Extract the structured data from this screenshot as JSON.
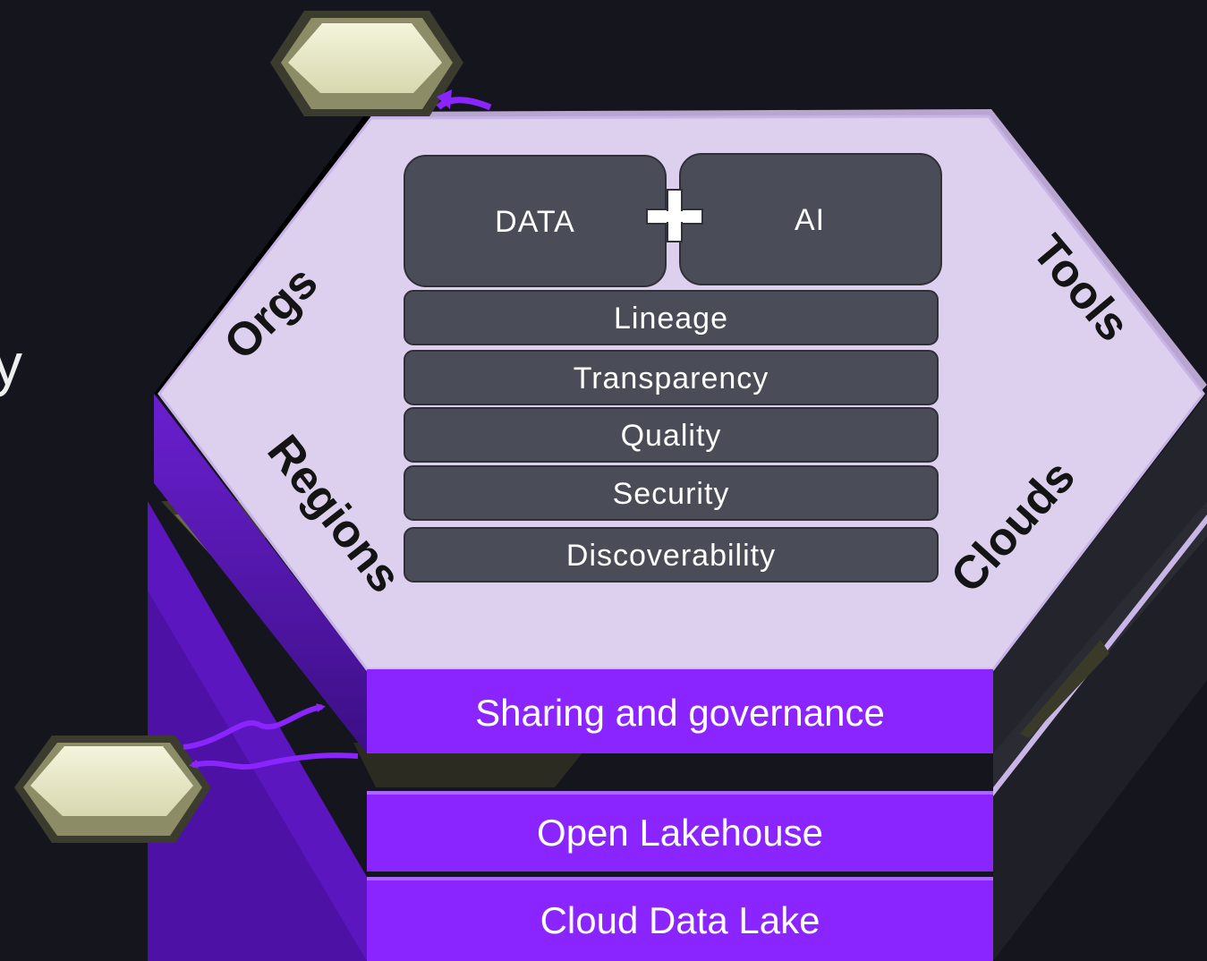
{
  "edge_fragment": "y",
  "layers": {
    "top": "Sharing and governance",
    "middle": "Open Lakehouse",
    "bottom": "Cloud Data Lake"
  },
  "top_blocks": {
    "left": "DATA",
    "right": "AI",
    "joiner": "+"
  },
  "bars": [
    "Lineage",
    "Transparency",
    "Quality",
    "Security",
    "Discoverability"
  ],
  "side_labels": {
    "upper_left": "Orgs",
    "upper_right": "Tools",
    "lower_left": "Regions",
    "lower_right": "Clouds"
  },
  "colors": {
    "background": "#15161d",
    "hex_face": "#ddd0ee",
    "layer_purple": "#8a25ff",
    "layer_side": "#5a17b5",
    "block_gray": "#4a4d57",
    "node_face": "#e6e6c2",
    "node_edge": "#3b3b2e"
  }
}
